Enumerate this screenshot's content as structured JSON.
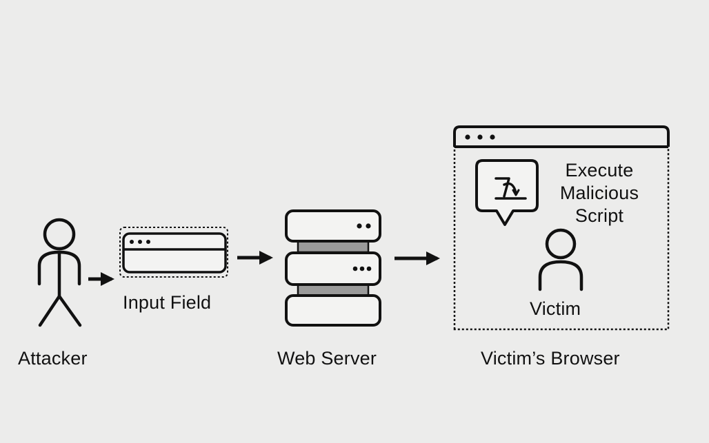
{
  "labels": {
    "attacker": "Attacker",
    "input_field": "Input Field",
    "web_server": "Web Server",
    "victims_browser": "Victim’s Browser",
    "victim": "Victim",
    "execute_lines": [
      "Execute",
      "Malicious",
      "Script"
    ]
  },
  "icons": {
    "attacker": "stick-figure-icon",
    "input_field": "input-window-icon",
    "web_server": "server-stack-icon",
    "browser": "browser-window-icon",
    "script": "script-speech-bubble-icon",
    "victim": "person-icon",
    "arrow": "right-arrow-icon"
  },
  "colors": {
    "background": "#ececeb",
    "stroke": "#111111",
    "server_gap": "#9a9a9a"
  }
}
